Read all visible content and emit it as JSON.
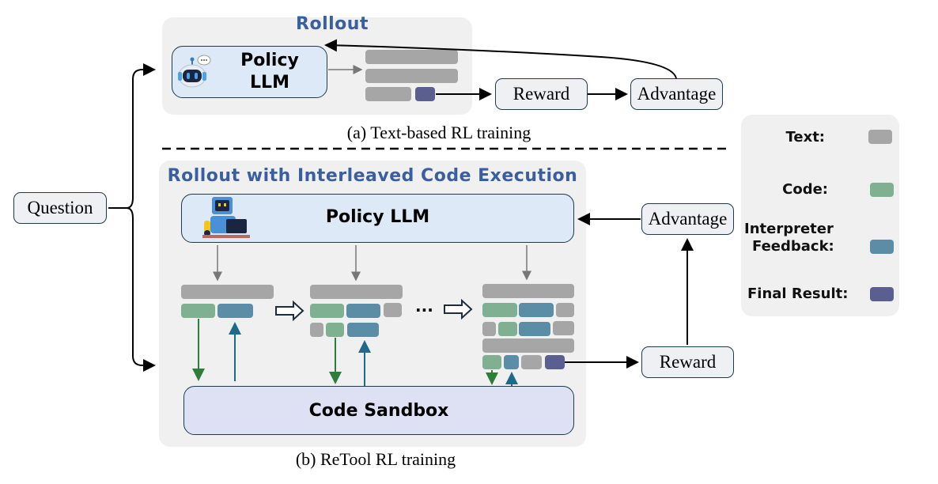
{
  "question": {
    "label": "Question"
  },
  "text_rl": {
    "panel_title": "Rollout",
    "policy_llm": "Policy\nLLM",
    "policy_llm_line1": "Policy",
    "policy_llm_line2": "LLM",
    "reward": "Reward",
    "advantage": "Advantage",
    "caption": "(a) Text-based RL training",
    "icon": "robot-chat-icon"
  },
  "retool_rl": {
    "panel_title": "Rollout with Interleaved Code Execution",
    "policy_llm": "Policy LLM",
    "sandbox": "Code Sandbox",
    "ellipsis": "···",
    "reward": "Reward",
    "advantage": "Advantage",
    "caption": "(b) ReTool RL training",
    "icon": "robot-laptop-icon"
  },
  "legend": {
    "items": [
      {
        "label": "Text:",
        "color": "#a6a6a6"
      },
      {
        "label": "Code:",
        "color": "#7fb092"
      },
      {
        "label": "Interpreter Feedback:",
        "line1": "Interpreter",
        "line2": "Feedback:",
        "color": "#5b8ea6"
      },
      {
        "label": "Final Result:",
        "color": "#5b5f8f"
      }
    ]
  },
  "colors": {
    "panel_bg": "#f0f0f0",
    "llm_bg": "#dde9f6",
    "sandbox_bg": "#dde1f3",
    "title_blue": "#3a5fa0",
    "code_arrow": "#2e7d3a",
    "feedback_arrow": "#1f6a8a"
  }
}
